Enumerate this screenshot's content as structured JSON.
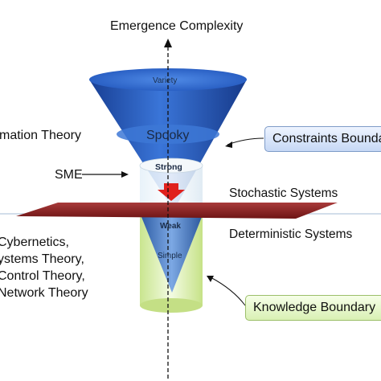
{
  "axis": {
    "label": "Emergence Complexity"
  },
  "funnel": {
    "top_label": "Variety",
    "middle_label": "Spooky",
    "cylinder_top_label": "Strong",
    "lower_top_label": "Weak",
    "lower_bottom_label": "Simple"
  },
  "labels": {
    "information_theory": "mation Theory",
    "sme": "SME",
    "stochastic": "Stochastic Systems",
    "deterministic": "Deterministic Systems",
    "left_list": [
      "Cybernetics,",
      "ystems Theory,",
      "Control Theory,",
      "Network Theory"
    ]
  },
  "callouts": {
    "constraints": "Constraints Boundary",
    "knowledge": "Knowledge Boundary"
  },
  "colors": {
    "funnel_blue": "#1f53b8",
    "plane_red": "#8b1d1d",
    "cylinder_green": "#d4ee9e",
    "arrow_red": "#e0211d"
  }
}
